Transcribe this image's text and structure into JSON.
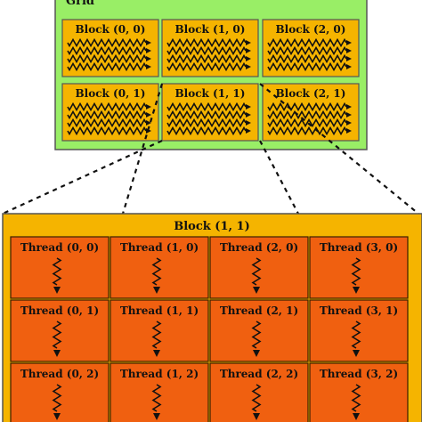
{
  "grid": {
    "title": "Grid",
    "blocks": [
      {
        "label": "Block (0, 0)"
      },
      {
        "label": "Block (1, 0)"
      },
      {
        "label": "Block (2, 0)"
      },
      {
        "label": "Block (0, 1)"
      },
      {
        "label": "Block (1, 1)"
      },
      {
        "label": "Block (2, 1)"
      }
    ]
  },
  "block_detail": {
    "title": "Block (1, 1)",
    "threads": [
      {
        "label": "Thread (0, 0)"
      },
      {
        "label": "Thread (1, 0)"
      },
      {
        "label": "Thread (2, 0)"
      },
      {
        "label": "Thread (3, 0)"
      },
      {
        "label": "Thread (0, 1)"
      },
      {
        "label": "Thread (1, 1)"
      },
      {
        "label": "Thread (2, 1)"
      },
      {
        "label": "Thread (3, 1)"
      },
      {
        "label": "Thread (0, 2)"
      },
      {
        "label": "Thread (1, 2)"
      },
      {
        "label": "Thread (2, 2)"
      },
      {
        "label": "Thread (3, 2)"
      }
    ]
  },
  "colors": {
    "grid_fill": "#99ee66",
    "grid_border": "#555555",
    "block_fill": "#f5b400",
    "block_border": "#555555",
    "outer_block_fill": "#f5b400",
    "thread_fill": "#f06010",
    "thread_border": "#3a2000",
    "arrow": "#111111"
  }
}
